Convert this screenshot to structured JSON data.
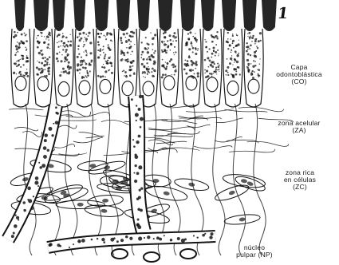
{
  "figure": {
    "marker": "1",
    "labels": {
      "co": {
        "line1": "Capa",
        "line2": "odontoblástica",
        "line3": "(CO)"
      },
      "za": {
        "line1": "zona acelular",
        "line2": "(ZA)"
      },
      "zc": {
        "line1": "zona rica",
        "line2": "en células",
        "line3": "(ZC)"
      },
      "np": {
        "line1": "núcleo",
        "line2": "pulpar (NP)"
      }
    },
    "colors": {
      "ink": "#141414",
      "paper": "#ffffff"
    }
  }
}
